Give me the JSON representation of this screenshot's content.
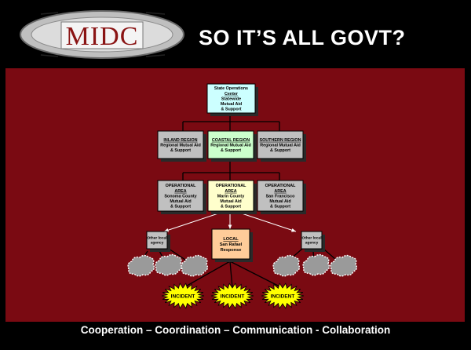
{
  "logo": {
    "text": "MIDC"
  },
  "header": {
    "title": "SO IT’S ALL GOVT?"
  },
  "footer": {
    "text": "Cooperation – Coordination – Communication - Collaboration"
  },
  "colors": {
    "panel": "#7a0a12",
    "state_box": "#ccffff",
    "coastal_box": "#ccffcc",
    "marin_box": "#ffffcc",
    "local_box": "#ffcc99",
    "gray_box": "#c0c0c0",
    "incident_burst": "#ffff00"
  },
  "diagram": {
    "state": {
      "lines": [
        "State Operations",
        "Center",
        "Statewide",
        "Mutual Aid",
        "& Support"
      ],
      "underline": [
        "Center"
      ]
    },
    "regions": [
      {
        "lines": [
          "INLAND REGION",
          "Regional Mutual Aid",
          "& Support"
        ],
        "underline": [
          "INLAND REGION"
        ]
      },
      {
        "lines": [
          "COASTAL REGION",
          "Regional Mutual Aid",
          "& Support"
        ],
        "underline": [
          "COASTAL REGION"
        ]
      },
      {
        "lines": [
          "SOUTHERN REGION",
          "Regional Mutual Aid",
          "& Support"
        ],
        "underline": [
          "SOUTHERN REGION"
        ]
      }
    ],
    "areas": [
      {
        "lines": [
          "OPERATIONAL",
          "AREA",
          "Sonoma County",
          "Mutual Aid",
          "& Support"
        ],
        "underline": [
          "AREA"
        ]
      },
      {
        "lines": [
          "OPERATIONAL",
          "AREA",
          "Marin County",
          "Mutual Aid",
          "& Support"
        ],
        "underline": [
          "AREA"
        ]
      },
      {
        "lines": [
          "OPERATIONAL",
          "AREA",
          "San Francisco",
          "Mutual Aid",
          "& Support"
        ],
        "underline": [
          "AREA"
        ]
      }
    ],
    "other_agencies": [
      {
        "lines": [
          "Other local",
          "agency"
        ]
      },
      {
        "lines": [
          "Other local",
          "agency"
        ]
      }
    ],
    "local": {
      "lines": [
        "LOCAL",
        "San Rafael",
        "Response"
      ],
      "underline": [
        "LOCAL"
      ]
    },
    "incidents": [
      "INCIDENT",
      "INCIDENT",
      "INCIDENT"
    ]
  }
}
